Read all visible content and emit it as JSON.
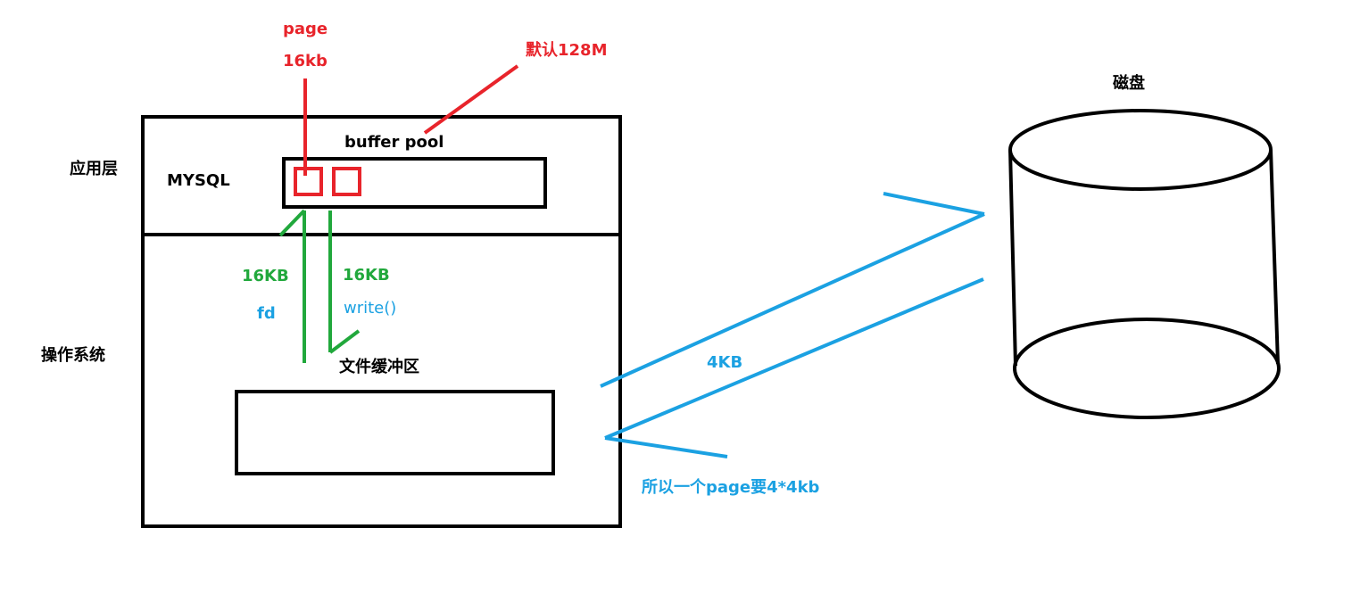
{
  "labels": {
    "page": "page",
    "page_size": "16kb",
    "default_size": "默认128M",
    "buffer_pool": "buffer pool",
    "mysql": "MYSQL",
    "app_layer": "应用层",
    "os": "操作系统",
    "read_size": "16KB",
    "read_call": "fd",
    "write_size": "16KB",
    "write_call": "write()",
    "file_buffer": "文件缓冲区",
    "transfer_size": "4KB",
    "conclusion": "所以一个page要4*4kb",
    "disk": "磁盘"
  },
  "colors": {
    "outline": "#000000",
    "page_red": "#e8242b",
    "io_green": "#21a83c",
    "disk_blue": "#1ba1e2"
  }
}
